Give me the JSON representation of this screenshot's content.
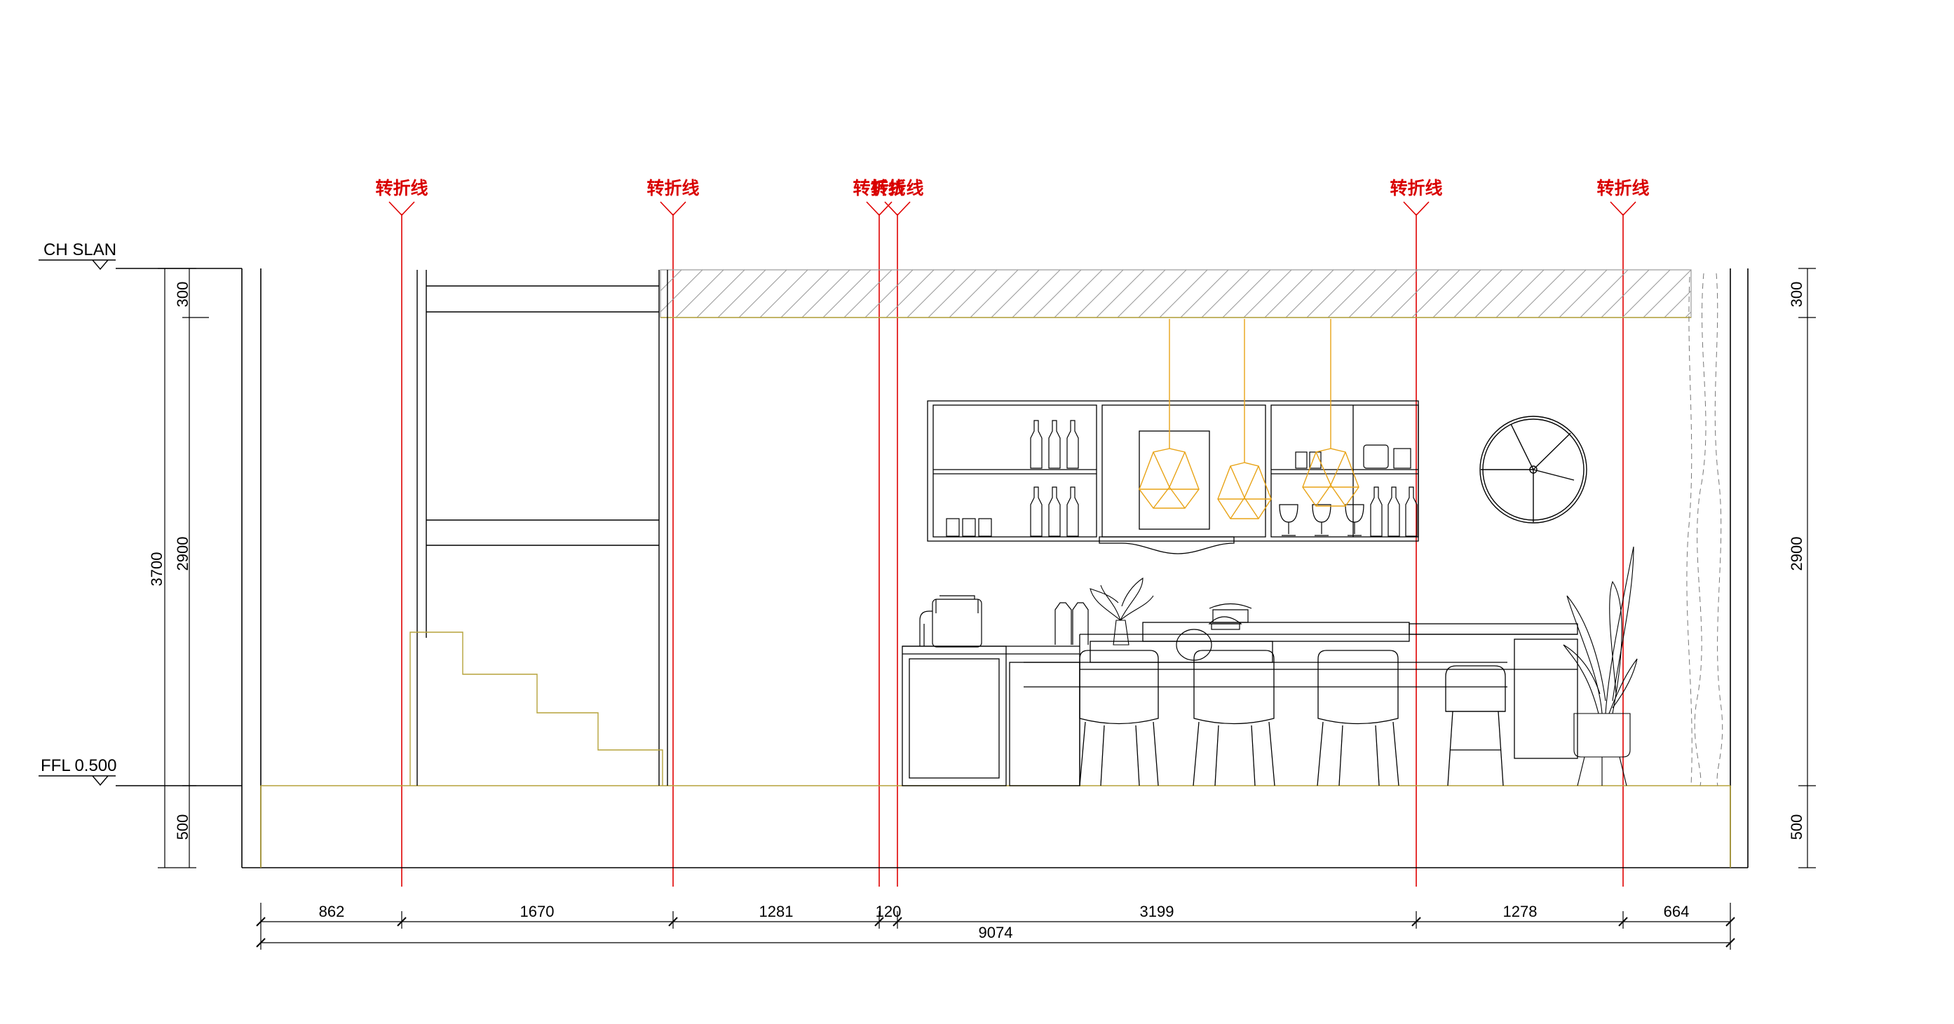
{
  "levels": {
    "ceiling": "CH SLAN",
    "floor": "FFL 0.500"
  },
  "fold_lines": [
    {
      "label": "转折线"
    },
    {
      "label": "转折线"
    },
    {
      "label": "转折线"
    },
    {
      "label": "转折线"
    },
    {
      "label": "转折线"
    },
    {
      "label": "转折线"
    }
  ],
  "left_dims": {
    "top": "300",
    "middle": "2900",
    "total": "3700",
    "bottom": "500"
  },
  "right_dims": {
    "top": "300",
    "middle": "2900",
    "bottom": "500"
  },
  "bottom_dims": {
    "segments": [
      "862",
      "1670",
      "1281",
      "120",
      "3199",
      "1278",
      "664"
    ],
    "total": "9074"
  },
  "colors": {
    "line": "#000000",
    "fold_line": "#e00000",
    "floor_line": "#b5a23a",
    "pendant": "#e8a316",
    "hatch": "#9a9a9a"
  }
}
